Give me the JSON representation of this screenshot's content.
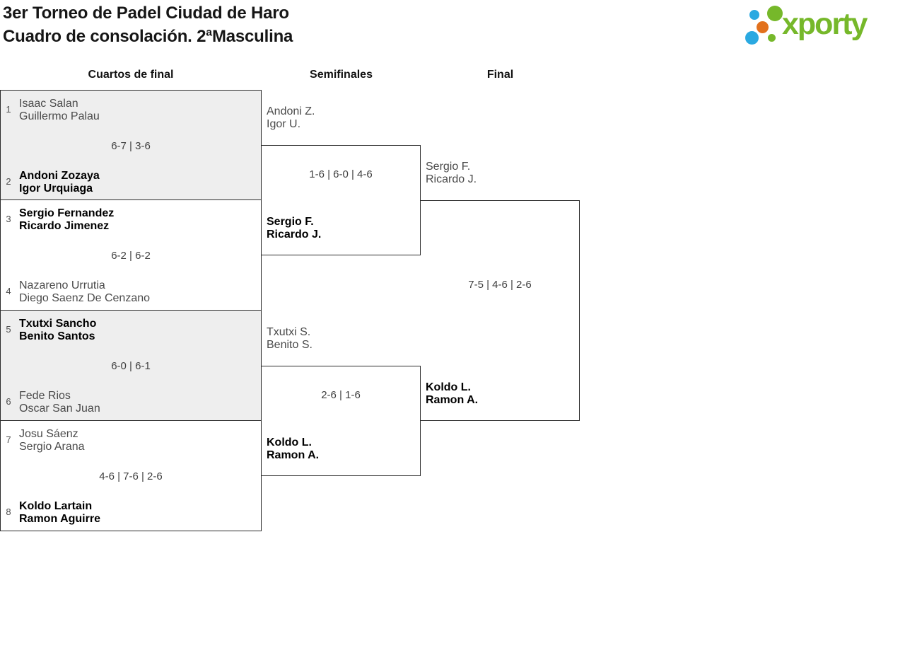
{
  "header": {
    "title_line1": "3er Torneo de Padel Ciudad de Haro",
    "title_line2": "Cuadro de consolación. 2ªMasculina",
    "logo_text": "xporty"
  },
  "columns": {
    "quarterfinals": "Cuartos de final",
    "semifinals": "Semifinales",
    "final": "Final"
  },
  "colors": {
    "logo_green": "#76b82a",
    "logo_blue": "#2aa9e1",
    "logo_orange": "#e2711d",
    "shaded_box_background": "#eeeeee",
    "border": "#2b2b2b",
    "winner_text": "#000000",
    "regular_text": "#4a4a4a"
  },
  "rounds": {
    "quarterfinals": [
      {
        "seed1": "1",
        "team1": [
          "Isaac Salan",
          "Guillermo Palau"
        ],
        "team1_winner": false,
        "score": "6-7 | 3-6",
        "seed2": "2",
        "team2": [
          "Andoni Zozaya",
          "Igor Urquiaga"
        ],
        "team2_winner": true
      },
      {
        "seed1": "3",
        "team1": [
          "Sergio Fernandez",
          "Ricardo Jimenez"
        ],
        "team1_winner": true,
        "score": "6-2 | 6-2",
        "seed2": "4",
        "team2": [
          "Nazareno Urrutia",
          "Diego Saenz De Cenzano"
        ],
        "team2_winner": false
      },
      {
        "seed1": "5",
        "team1": [
          "Txutxi Sancho",
          "Benito Santos"
        ],
        "team1_winner": true,
        "score": "6-0 | 6-1",
        "seed2": "6",
        "team2": [
          "Fede Rios",
          "Oscar San Juan"
        ],
        "team2_winner": false
      },
      {
        "seed1": "7",
        "team1": [
          "Josu Sáenz",
          "Sergio Arana"
        ],
        "team1_winner": false,
        "score": "4-6 | 7-6 | 2-6",
        "seed2": "8",
        "team2": [
          "Koldo Lartain",
          "Ramon Aguirre"
        ],
        "team2_winner": true
      }
    ],
    "semifinals": [
      {
        "team1": [
          "Andoni Z.",
          "Igor U."
        ],
        "team1_winner": false,
        "score": "1-6 | 6-0 | 4-6",
        "team2": [
          "Sergio F.",
          "Ricardo J."
        ],
        "team2_winner": true
      },
      {
        "team1": [
          "Txutxi S.",
          "Benito S."
        ],
        "team1_winner": false,
        "score": "2-6 | 1-6",
        "team2": [
          "Koldo L.",
          "Ramon A."
        ],
        "team2_winner": true
      }
    ],
    "final": {
      "team1": [
        "Sergio F.",
        "Ricardo J."
      ],
      "team1_winner": false,
      "score": "7-5 | 4-6 | 2-6",
      "team2": [
        "Koldo L.",
        "Ramon A."
      ],
      "team2_winner": true
    }
  }
}
